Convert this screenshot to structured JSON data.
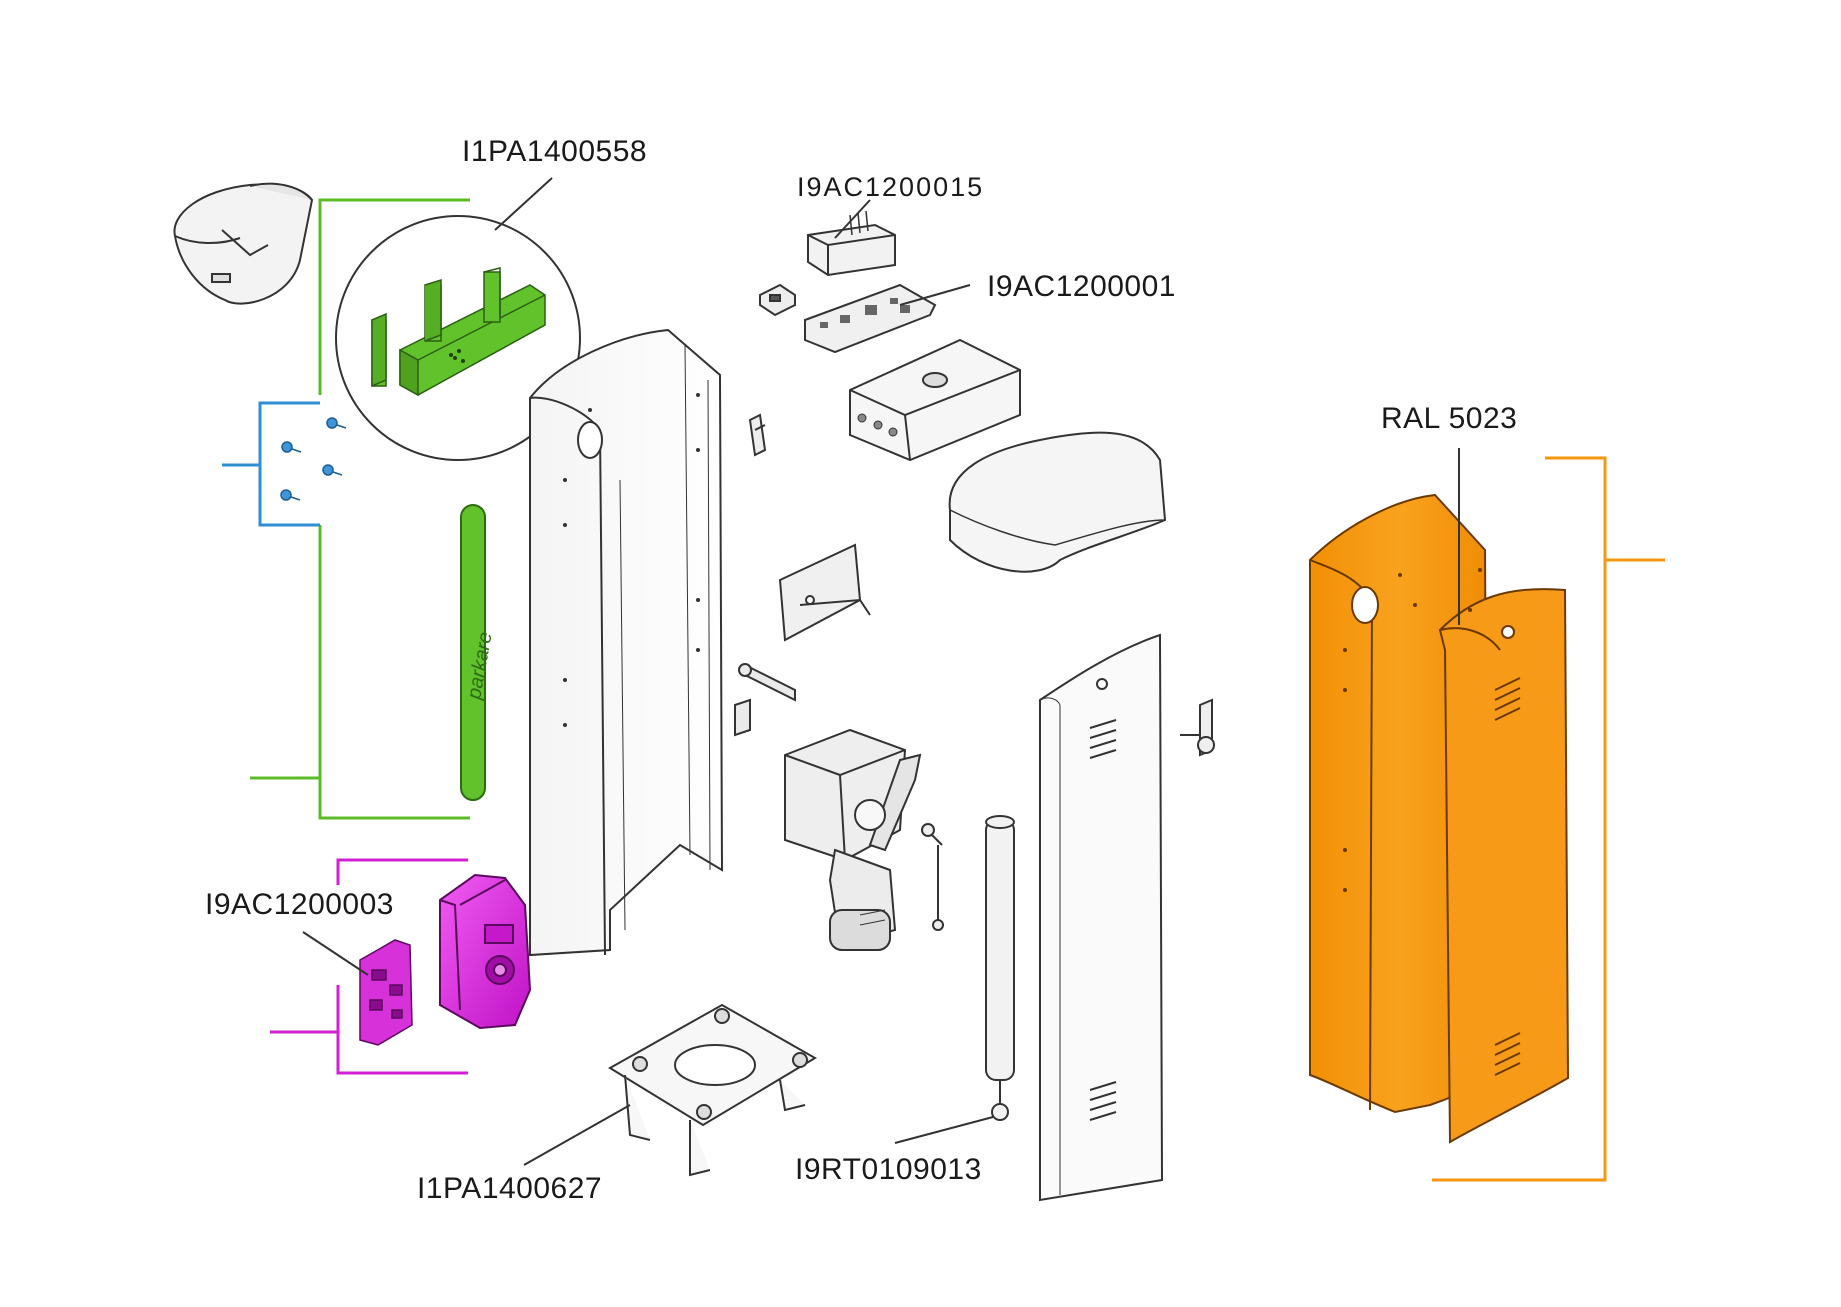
{
  "labels": {
    "part_bracket_kit": "I1PA1400558",
    "part_transformer": "I9AC1200015",
    "part_control_board": "I9AC1200001",
    "part_color_ral": "RAL 5023",
    "part_battery_board": "I9AC1200003",
    "part_base_plate": "I1PA1400627",
    "part_spring_rod": "I9RT0109013"
  },
  "sticker_text": "parkare",
  "colors": {
    "green_highlight": "#5dbb2a",
    "blue_highlight": "#2f8fd0",
    "magenta_highlight": "#d21fd6",
    "orange_highlight": "#f7960f",
    "line": "#333333"
  }
}
